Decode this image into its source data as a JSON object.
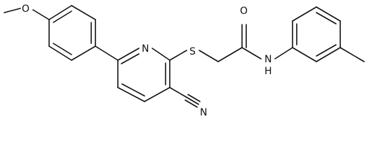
{
  "molecule": {
    "atom_labels": {
      "methoxy_oxygen": "O",
      "pyridine_nitrogen": "N",
      "thioether_sulfur": "S",
      "carbonyl_oxygen": "O",
      "amide_nitrogen": "N",
      "amide_hydrogen": "H",
      "nitrile_nitrogen": "N"
    },
    "colors": {
      "bond": "#111111",
      "label": "#111111",
      "background": "#ffffff"
    }
  }
}
